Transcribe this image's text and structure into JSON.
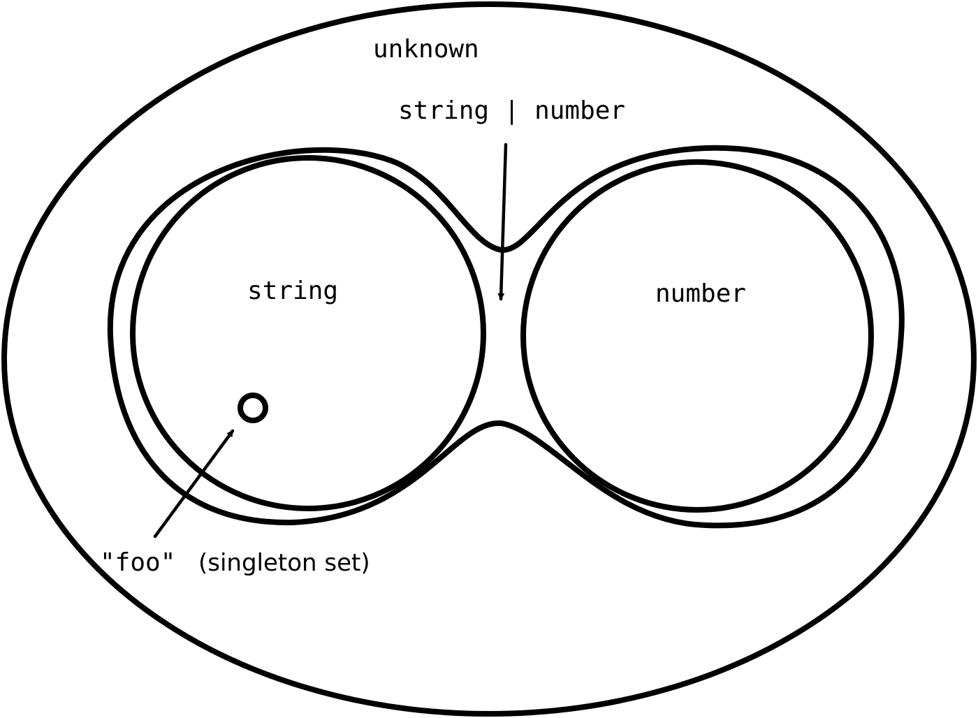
{
  "labels": {
    "unknown": "unknown",
    "union": "string | number",
    "string": "string",
    "number": "number",
    "foo": "\"foo\"",
    "foo_note": "(singleton set)"
  },
  "colors": {
    "stroke": "#000000",
    "background": "#ffffff"
  }
}
